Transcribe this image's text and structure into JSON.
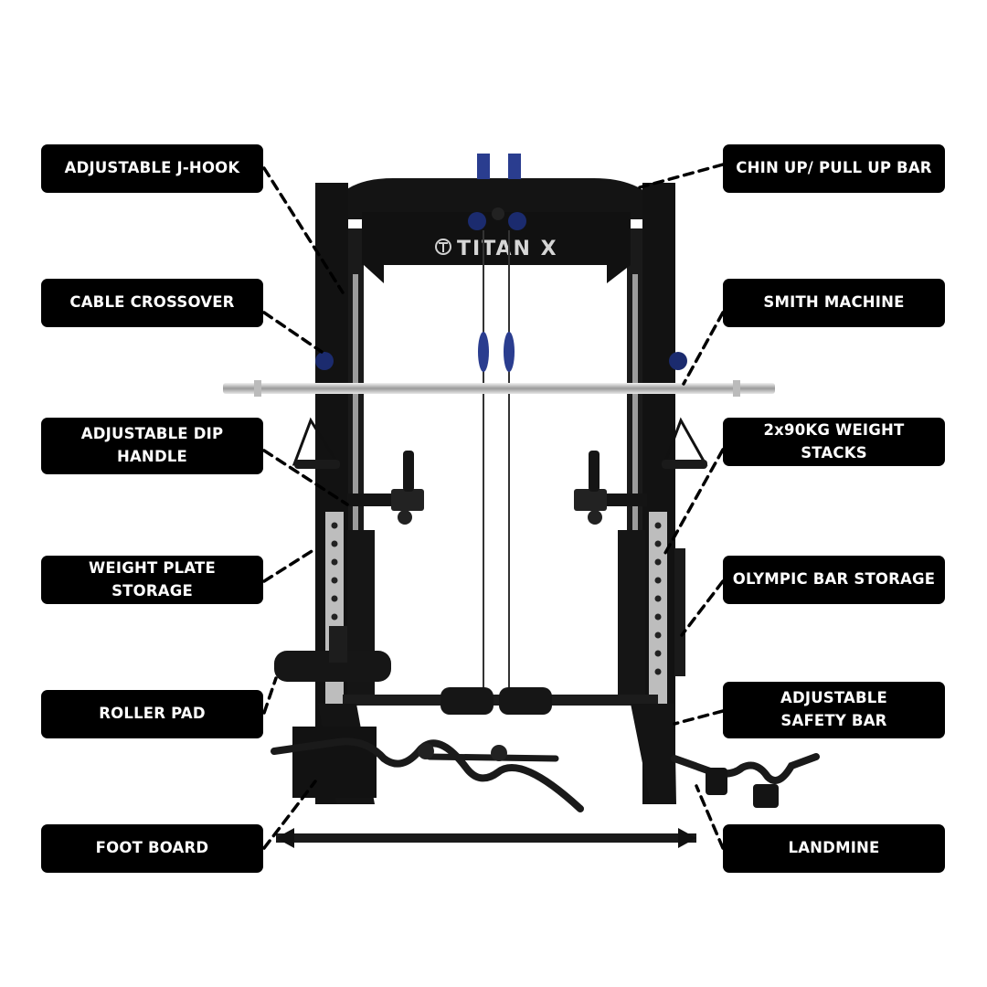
{
  "brand": {
    "text": "TITAN X"
  },
  "callouts": {
    "left": [
      "ADJUSTABLE J-HOOK",
      "CABLE CROSSOVER",
      "ADJUSTABLE DIP HANDLE",
      "WEIGHT PLATE STORAGE",
      "ROLLER PAD",
      "FOOT BOARD"
    ],
    "right": [
      "CHIN UP/ PULL UP BAR",
      "SMITH MACHINE",
      "2x90KG WEIGHT STACKS",
      "OLYMPIC BAR STORAGE",
      "ADJUSTABLE SAFETY BAR",
      "LANDMINE"
    ]
  },
  "colors": {
    "label_bg": "#000000",
    "label_text": "#ffffff",
    "frame": "#111111",
    "accent": "#2a3d8f",
    "chrome": "#c8c8c8"
  }
}
